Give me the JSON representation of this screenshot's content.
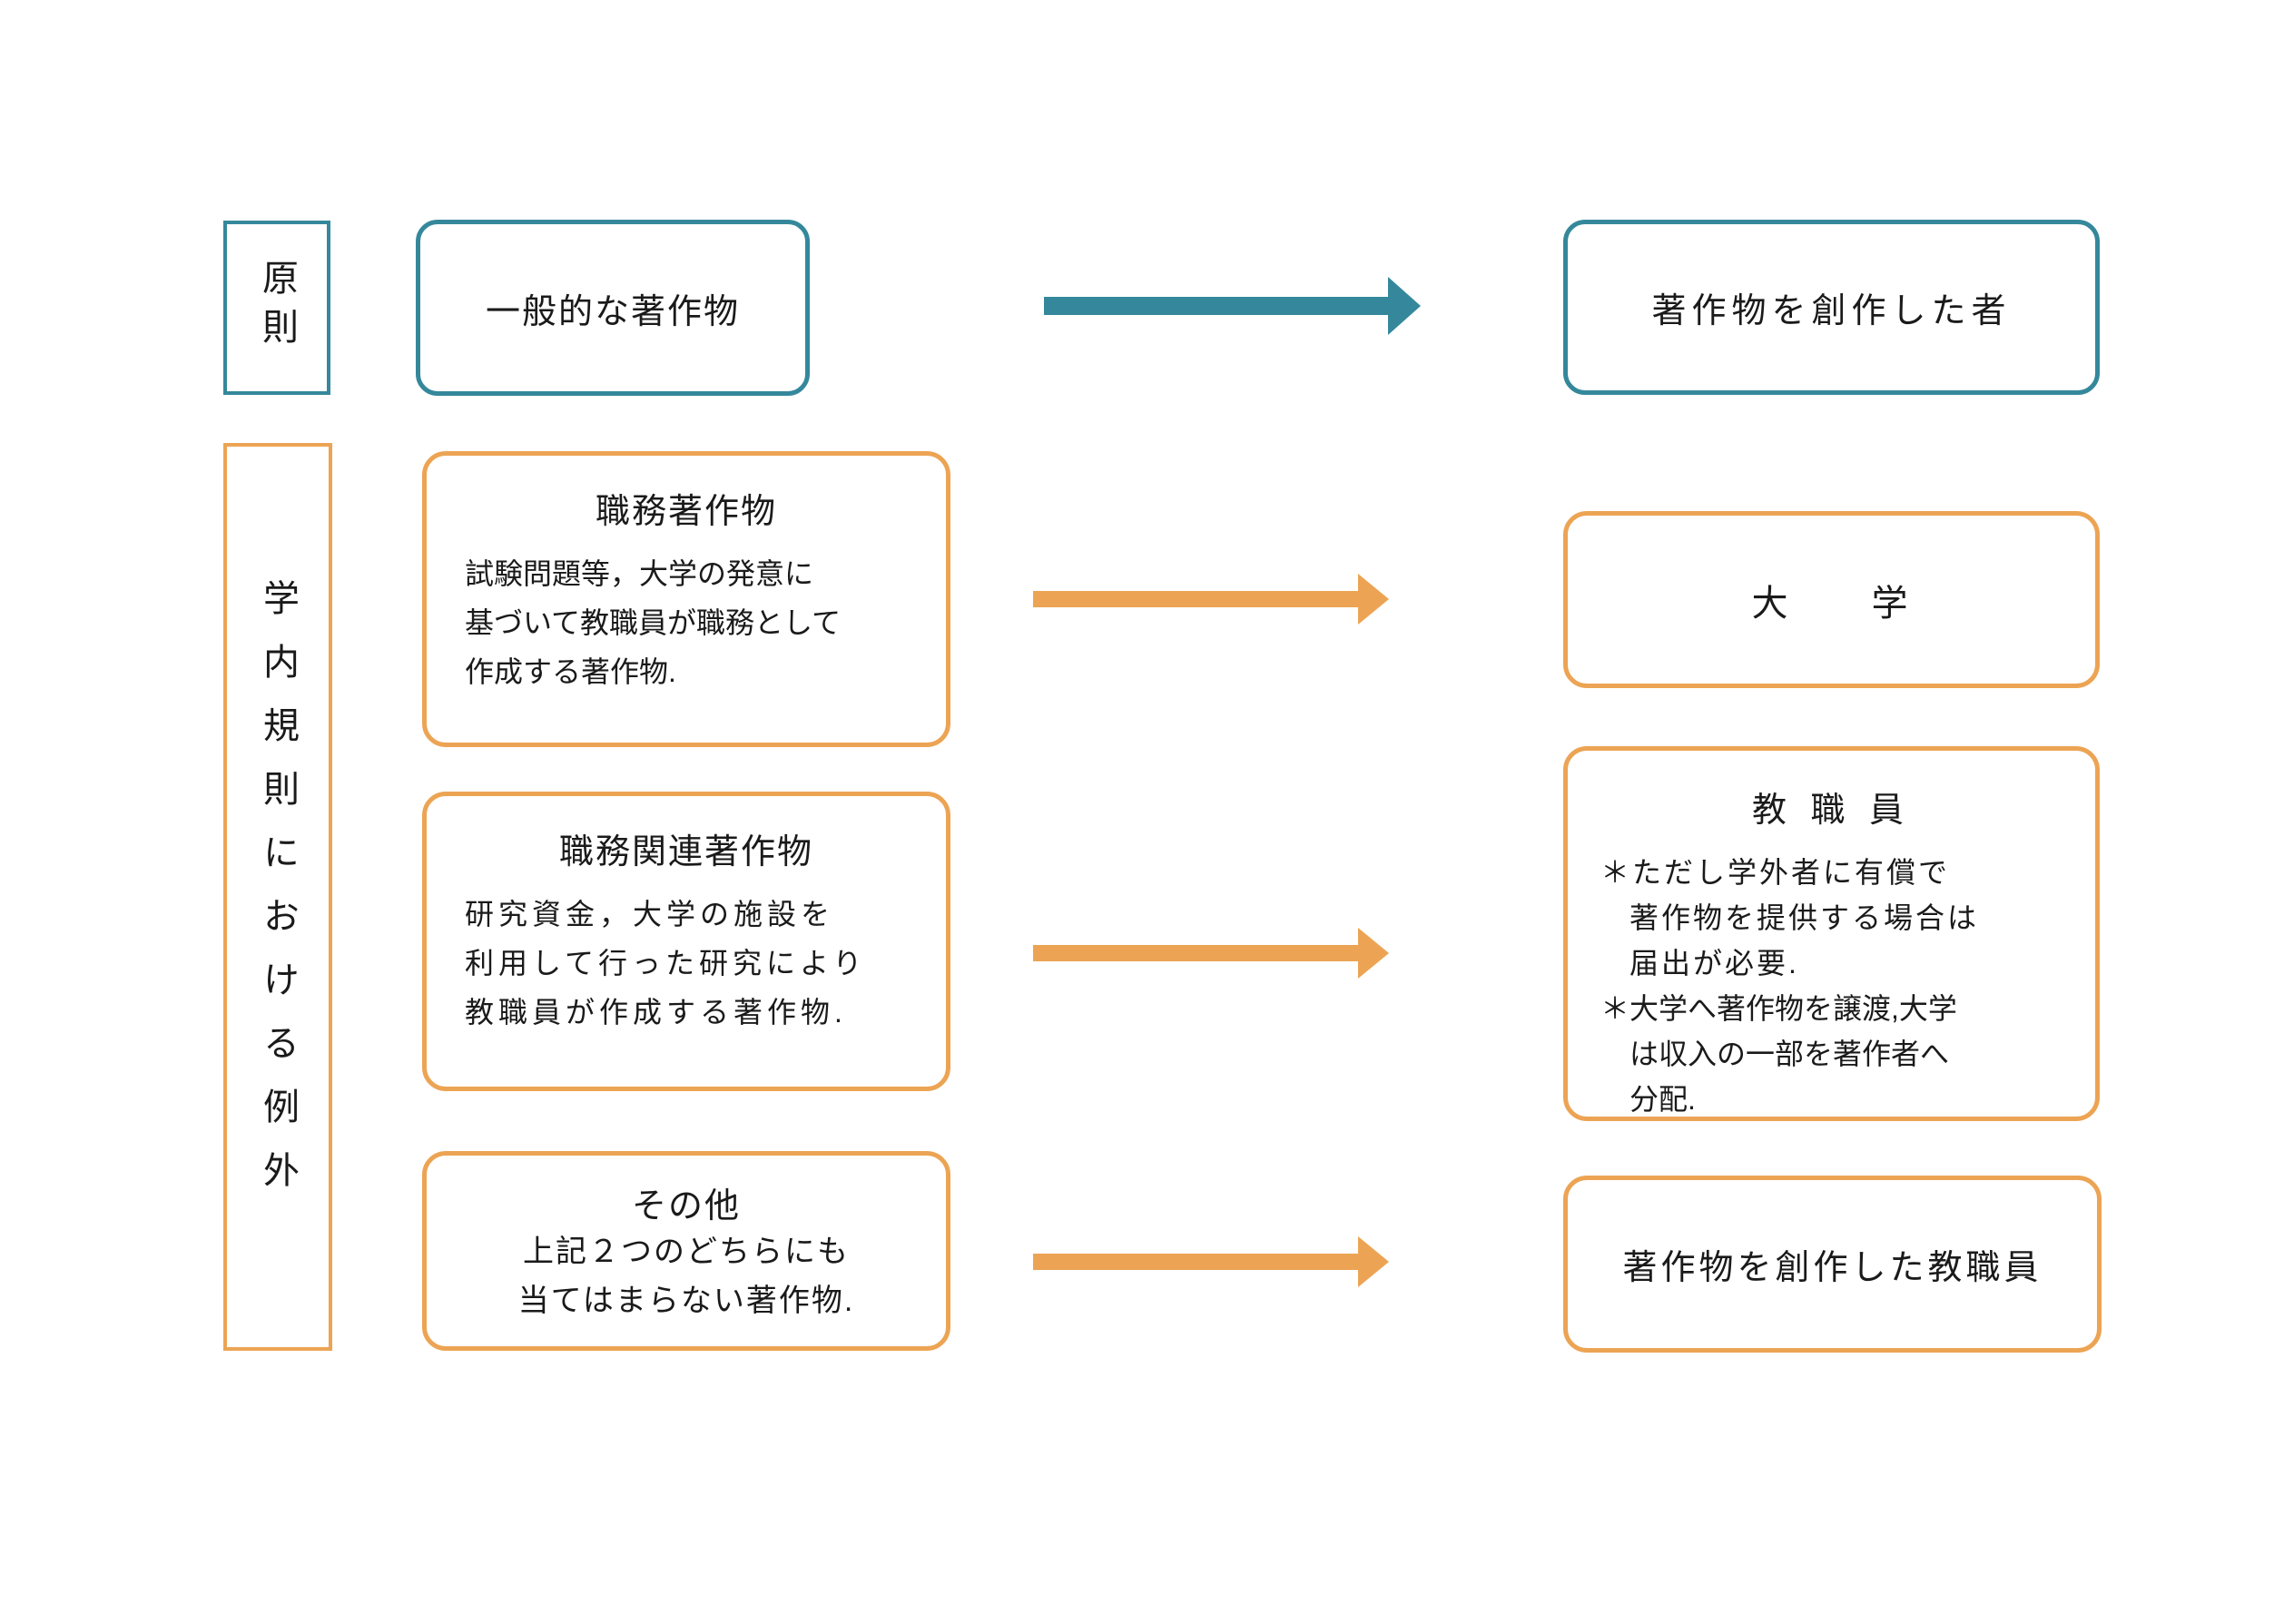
{
  "colors": {
    "teal": "#35889B",
    "orange": "#ECA454",
    "text": "#1a1a1a"
  },
  "principle": {
    "label": "原則",
    "source_label": "一般的な著作物",
    "target_label": "著作物を創作した者"
  },
  "exceptions": {
    "label": "学内規則における例外",
    "items": [
      {
        "title": "職務著作物",
        "body_lines": [
          "試験問題等，大学の発意に",
          "基づいて教職員が職務として",
          "作成する著作物."
        ],
        "target": {
          "title": "大　　学"
        }
      },
      {
        "title": "職務関連著作物",
        "body_lines": [
          "研究資金，大学の施設を",
          "利用して行った研究により",
          "教職員が作成する著作物."
        ],
        "target": {
          "title": "教 職 員",
          "note1_lines": [
            "＊ただし学外者に有償で",
            "著作物を提供する場合は",
            "届出が必要."
          ],
          "note2_lines": [
            "＊大学へ著作物を譲渡,大学",
            "は収入の一部を著作者へ",
            "分配."
          ]
        }
      },
      {
        "title": "その他",
        "body_lines": [
          "上記２つのどちらにも",
          "当てはまらない著作物."
        ],
        "target": {
          "title": "著作物を創作した教職員"
        }
      }
    ]
  }
}
